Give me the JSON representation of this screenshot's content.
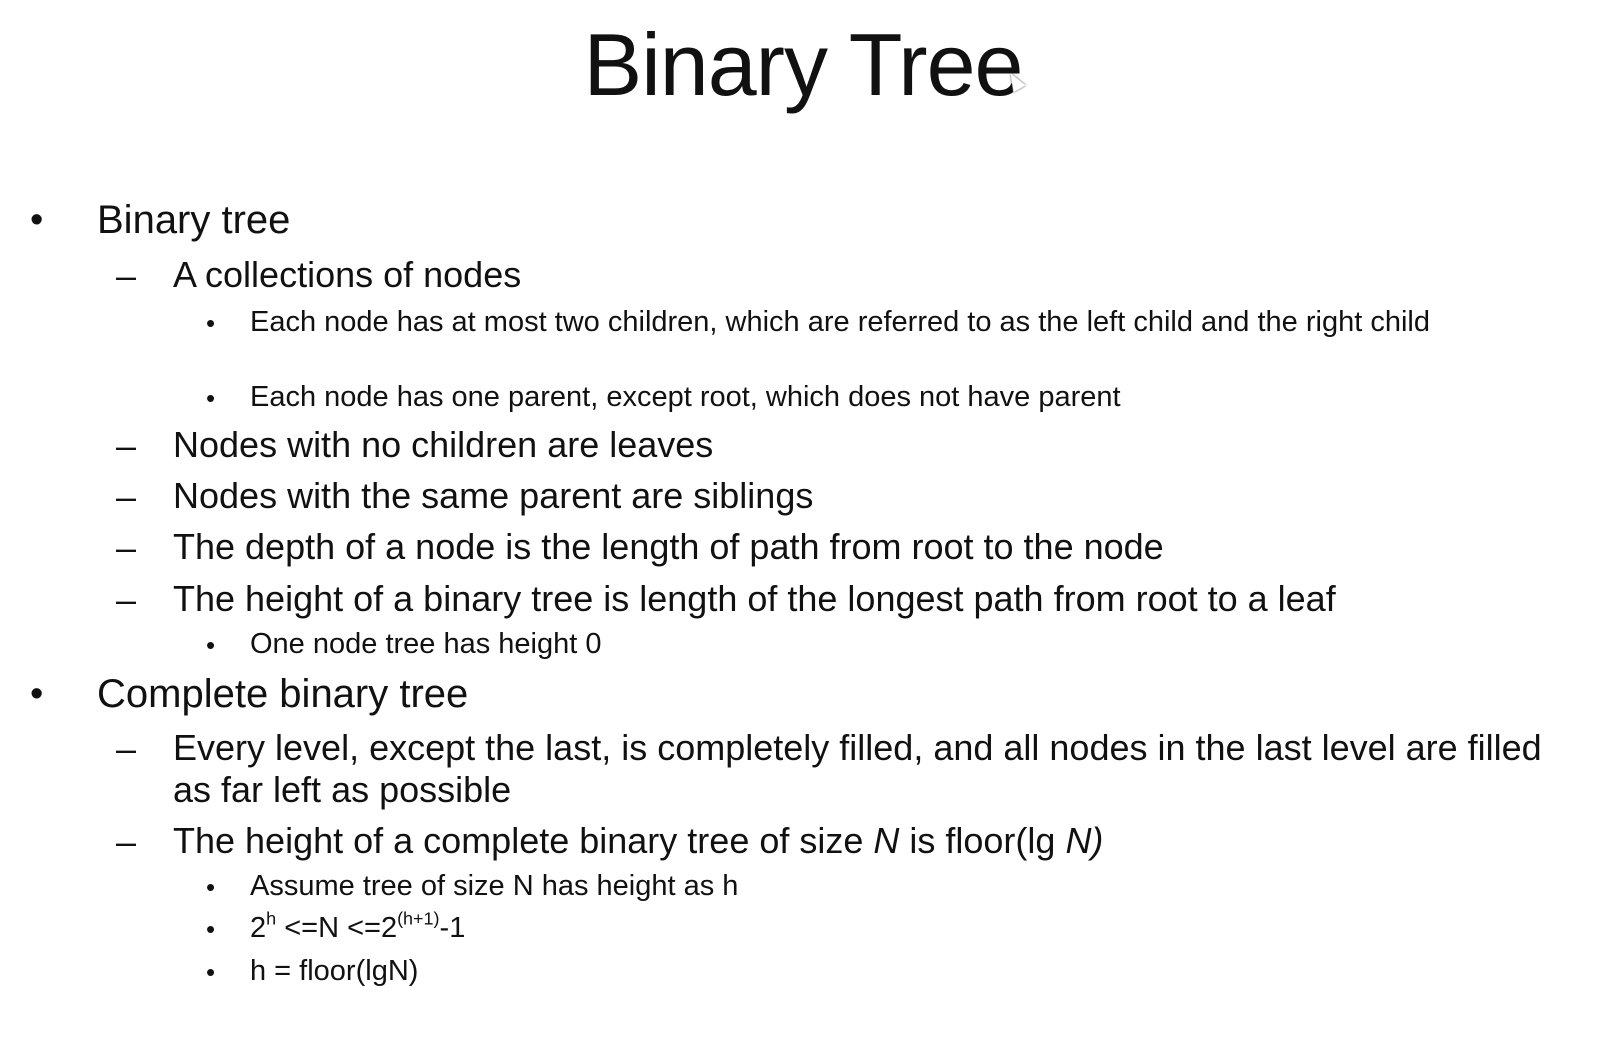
{
  "slide": {
    "title": "Binary Tree",
    "bullet_l1": "•",
    "bullet_l2": "–",
    "bullet_l3": "•",
    "items": {
      "binary_tree": "Binary tree",
      "collections": "A collections of nodes",
      "two_children": "Each node has at most two children, which are referred to as the left child and the right child",
      "one_parent": "Each node has one parent, except root, which does not have parent",
      "leaves": "Nodes with no children are leaves",
      "siblings": "Nodes with the same parent are siblings",
      "depth": "The depth of a node is the length of path from root to the node",
      "height": "The height of a binary tree is length of the longest path from root to a leaf",
      "one_node": "One node tree has height 0",
      "complete": "Complete binary tree",
      "every_level": "Every level, except the last, is completely filled, and all nodes in the last level are filled as far left as possible",
      "complete_height_pre": "The height of a complete binary tree of size ",
      "complete_height_n1": "N",
      "complete_height_mid": " is floor(lg ",
      "complete_height_n2": "N)",
      "assume": "Assume tree of size N has height as h",
      "ineq_base1": "2",
      "ineq_exp1": "h",
      "ineq_mid": " <=N <=2",
      "ineq_exp2": "(h+1)",
      "ineq_end": "-1",
      "h_floor": "h = floor(lgN)"
    }
  }
}
